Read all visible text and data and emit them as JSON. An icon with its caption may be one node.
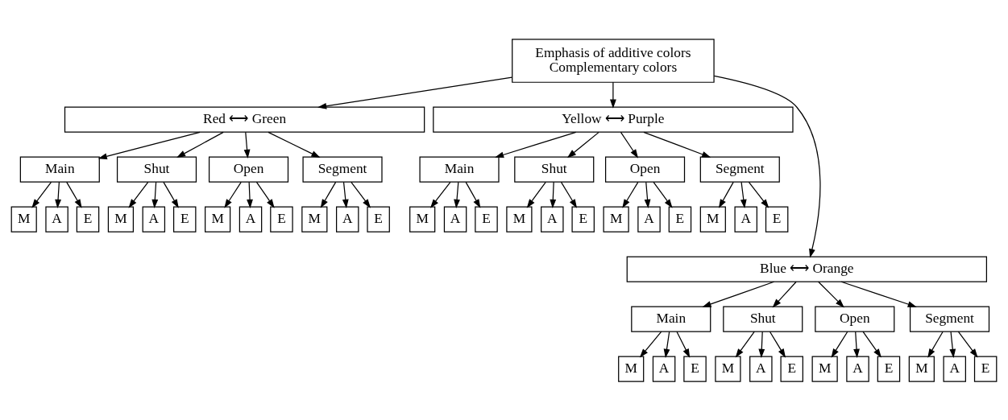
{
  "diagram": {
    "nodes": [
      {
        "text": [
          "Emphasis of additive colors",
          "Complementary colors"
        ]
      },
      {
        "text": [
          "Red ⟷ Green"
        ]
      },
      {
        "text": [
          "Main"
        ]
      },
      {
        "text": [
          "M"
        ]
      },
      {
        "text": [
          "A"
        ]
      },
      {
        "text": [
          "E"
        ]
      },
      {
        "text": [
          "Shut"
        ]
      },
      {
        "text": [
          "M"
        ]
      },
      {
        "text": [
          "A"
        ]
      },
      {
        "text": [
          "E"
        ]
      },
      {
        "text": [
          "Open"
        ]
      },
      {
        "text": [
          "M"
        ]
      },
      {
        "text": [
          "A"
        ]
      },
      {
        "text": [
          "E"
        ]
      },
      {
        "text": [
          "Segment"
        ]
      },
      {
        "text": [
          "M"
        ]
      },
      {
        "text": [
          "A"
        ]
      },
      {
        "text": [
          "E"
        ]
      },
      {
        "text": [
          "Yellow ⟷ Purple"
        ]
      },
      {
        "text": [
          "Main"
        ]
      },
      {
        "text": [
          "M"
        ]
      },
      {
        "text": [
          "A"
        ]
      },
      {
        "text": [
          "E"
        ]
      },
      {
        "text": [
          "Shut"
        ]
      },
      {
        "text": [
          "M"
        ]
      },
      {
        "text": [
          "A"
        ]
      },
      {
        "text": [
          "E"
        ]
      },
      {
        "text": [
          "Open"
        ]
      },
      {
        "text": [
          "M"
        ]
      },
      {
        "text": [
          "A"
        ]
      },
      {
        "text": [
          "E"
        ]
      },
      {
        "text": [
          "Segment"
        ]
      },
      {
        "text": [
          "M"
        ]
      },
      {
        "text": [
          "A"
        ]
      },
      {
        "text": [
          "E"
        ]
      },
      {
        "text": [
          "Blue ⟷ Orange"
        ]
      },
      {
        "text": [
          "Main"
        ]
      },
      {
        "text": [
          "M"
        ]
      },
      {
        "text": [
          "A"
        ]
      },
      {
        "text": [
          "E"
        ]
      },
      {
        "text": [
          "Shut"
        ]
      },
      {
        "text": [
          "M"
        ]
      },
      {
        "text": [
          "A"
        ]
      },
      {
        "text": [
          "E"
        ]
      },
      {
        "text": [
          "Open"
        ]
      },
      {
        "text": [
          "M"
        ]
      },
      {
        "text": [
          "A"
        ]
      },
      {
        "text": [
          "E"
        ]
      },
      {
        "text": [
          "Segment"
        ]
      },
      {
        "text": [
          "M"
        ]
      },
      {
        "text": [
          "A"
        ]
      },
      {
        "text": [
          "E"
        ]
      }
    ],
    "edges": [
      {
        "from": 0,
        "to": 1,
        "arrow": "to"
      },
      {
        "from": 0,
        "to": 35,
        "arrow": "to"
      },
      {
        "from": 0,
        "to": 18,
        "arrow": "to"
      },
      {
        "from": 1,
        "to": 2,
        "arrow": "to"
      },
      {
        "from": 1,
        "to": 6,
        "arrow": "to"
      },
      {
        "from": 1,
        "to": 10,
        "arrow": "to"
      },
      {
        "from": 1,
        "to": 14,
        "arrow": "to"
      },
      {
        "from": 2,
        "to": 3,
        "arrow": "to"
      },
      {
        "from": 2,
        "to": 4,
        "arrow": "to"
      },
      {
        "from": 2,
        "to": 5,
        "arrow": "to"
      },
      {
        "from": 6,
        "to": 7,
        "arrow": "to"
      },
      {
        "from": 6,
        "to": 8,
        "arrow": "to"
      },
      {
        "from": 6,
        "to": 9,
        "arrow": "to"
      },
      {
        "from": 10,
        "to": 11,
        "arrow": "to"
      },
      {
        "from": 10,
        "to": 12,
        "arrow": "to"
      },
      {
        "from": 10,
        "to": 13,
        "arrow": "to"
      },
      {
        "from": 14,
        "to": 15,
        "arrow": "to"
      },
      {
        "from": 14,
        "to": 16,
        "arrow": "to"
      },
      {
        "from": 14,
        "to": 17,
        "arrow": "to"
      },
      {
        "from": 18,
        "to": 19,
        "arrow": "to"
      },
      {
        "from": 18,
        "to": 23,
        "arrow": "to"
      },
      {
        "from": 18,
        "to": 27,
        "arrow": "to"
      },
      {
        "from": 18,
        "to": 31,
        "arrow": "to"
      },
      {
        "from": 19,
        "to": 20,
        "arrow": "to"
      },
      {
        "from": 19,
        "to": 21,
        "arrow": "to"
      },
      {
        "from": 19,
        "to": 22,
        "arrow": "to"
      },
      {
        "from": 23,
        "to": 24,
        "arrow": "to"
      },
      {
        "from": 23,
        "to": 25,
        "arrow": "to"
      },
      {
        "from": 23,
        "to": 26,
        "arrow": "to"
      },
      {
        "from": 27,
        "to": 28,
        "arrow": "to"
      },
      {
        "from": 27,
        "to": 29,
        "arrow": "to"
      },
      {
        "from": 27,
        "to": 30,
        "arrow": "to"
      },
      {
        "from": 31,
        "to": 32,
        "arrow": "to"
      },
      {
        "from": 31,
        "to": 33,
        "arrow": "to"
      },
      {
        "from": 31,
        "to": 34,
        "arrow": "to"
      },
      {
        "from": 35,
        "to": 36,
        "arrow": "to"
      },
      {
        "from": 35,
        "to": 40,
        "arrow": "to"
      },
      {
        "from": 35,
        "to": 44,
        "arrow": "to"
      },
      {
        "from": 35,
        "to": 48,
        "arrow": "to"
      },
      {
        "from": 36,
        "to": 37,
        "arrow": "to"
      },
      {
        "from": 36,
        "to": 38,
        "arrow": "to"
      },
      {
        "from": 36,
        "to": 39,
        "arrow": "to"
      },
      {
        "from": 40,
        "to": 41,
        "arrow": "to"
      },
      {
        "from": 40,
        "to": 42,
        "arrow": "to"
      },
      {
        "from": 40,
        "to": 43,
        "arrow": "to"
      },
      {
        "from": 44,
        "to": 45,
        "arrow": "to"
      },
      {
        "from": 44,
        "to": 46,
        "arrow": "to"
      },
      {
        "from": 44,
        "to": 47,
        "arrow": "to"
      },
      {
        "from": 48,
        "to": 49,
        "arrow": "to"
      },
      {
        "from": 48,
        "to": 50,
        "arrow": "to"
      },
      {
        "from": 48,
        "to": 51,
        "arrow": "to"
      }
    ]
  }
}
